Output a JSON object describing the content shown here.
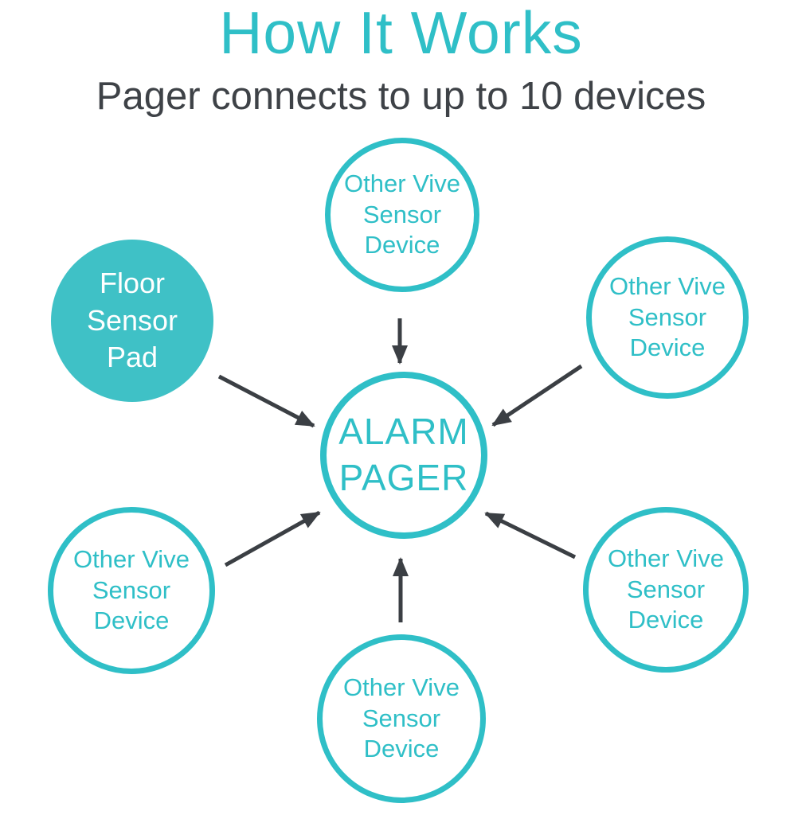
{
  "title": "How It Works",
  "subtitle": "Pager connects to up to 10 devices",
  "colors": {
    "teal": "#2fbfc7",
    "teal_fill": "#3fc1c6",
    "dark_text": "#3e4247",
    "arrow": "#3b3f44",
    "background": "#ffffff"
  },
  "diagram": {
    "center": {
      "id": "alarm-pager",
      "lines": [
        "ALARM",
        "PAGER"
      ]
    },
    "nodes": [
      {
        "id": "floor-sensor-pad",
        "variant": "filled",
        "lines": [
          "Floor",
          "Sensor",
          "Pad"
        ]
      },
      {
        "id": "other-vive-top",
        "variant": "outline",
        "lines": [
          "Other Vive",
          "Sensor",
          "Device"
        ]
      },
      {
        "id": "other-vive-top-right",
        "variant": "outline",
        "lines": [
          "Other Vive",
          "Sensor",
          "Device"
        ]
      },
      {
        "id": "other-vive-bottom-left",
        "variant": "outline",
        "lines": [
          "Other Vive",
          "Sensor",
          "Device"
        ]
      },
      {
        "id": "other-vive-bottom",
        "variant": "outline",
        "lines": [
          "Other Vive",
          "Sensor",
          "Device"
        ]
      },
      {
        "id": "other-vive-bottom-right",
        "variant": "outline",
        "lines": [
          "Other Vive",
          "Sensor",
          "Device"
        ]
      }
    ],
    "connections": [
      {
        "from": "other-vive-top",
        "to": "alarm-pager"
      },
      {
        "from": "floor-sensor-pad",
        "to": "alarm-pager"
      },
      {
        "from": "other-vive-top-right",
        "to": "alarm-pager"
      },
      {
        "from": "other-vive-bottom-left",
        "to": "alarm-pager"
      },
      {
        "from": "other-vive-bottom",
        "to": "alarm-pager"
      },
      {
        "from": "other-vive-bottom-right",
        "to": "alarm-pager"
      }
    ]
  }
}
